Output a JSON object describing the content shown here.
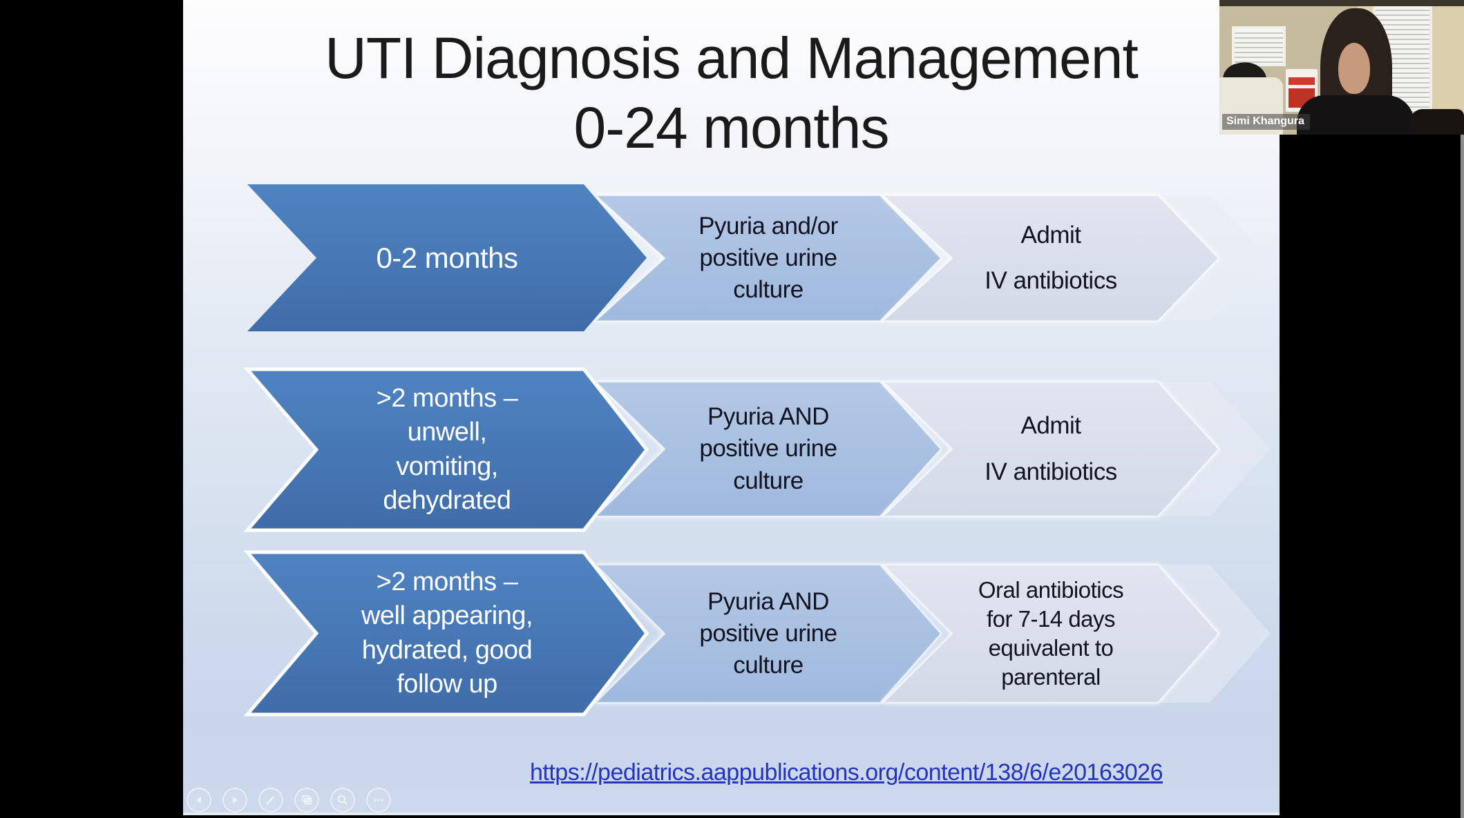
{
  "slide": {
    "title_line1": "UTI Diagnosis and Management",
    "title_line2": "0-24 months",
    "rows": [
      {
        "age": "0-2 months",
        "criteria": "Pyuria and/or\npositive urine\nculture",
        "action": "Admit\nIV antibiotics"
      },
      {
        "age": ">2 months –\nunwell,\nvomiting,\ndehydrated",
        "criteria": "Pyuria AND\npositive urine\nculture",
        "action": "Admit\nIV antibiotics"
      },
      {
        "age": ">2 months –\nwell appearing,\nhydrated, good\nfollow up",
        "criteria": "Pyuria AND\npositive urine\nculture",
        "action": "Oral antibiotics\nfor 7-14 days\nequivalent to\nparenteral"
      }
    ],
    "reference_link": "https://pediatrics.aappublications.org/content/138/6/e20163026"
  },
  "webcam": {
    "participant_name": "Simi Khangura"
  },
  "toolbar": {
    "buttons": [
      {
        "icon": "previous-slide-arrow-icon"
      },
      {
        "icon": "next-slide-arrow-icon"
      },
      {
        "icon": "pen-annotate-icon"
      },
      {
        "icon": "show-all-slides-icon"
      },
      {
        "icon": "zoom-magnifier-icon"
      },
      {
        "icon": "more-options-ellipsis-icon"
      }
    ]
  },
  "colors": {
    "chevron_primary": "#4678b7",
    "chevron_secondary": "#aac2e1",
    "chevron_tertiary": "#dbdfeb",
    "link_blue": "#2433c0",
    "title_text": "#1a1a1a",
    "slide_bottom": "#ccd8eb"
  }
}
